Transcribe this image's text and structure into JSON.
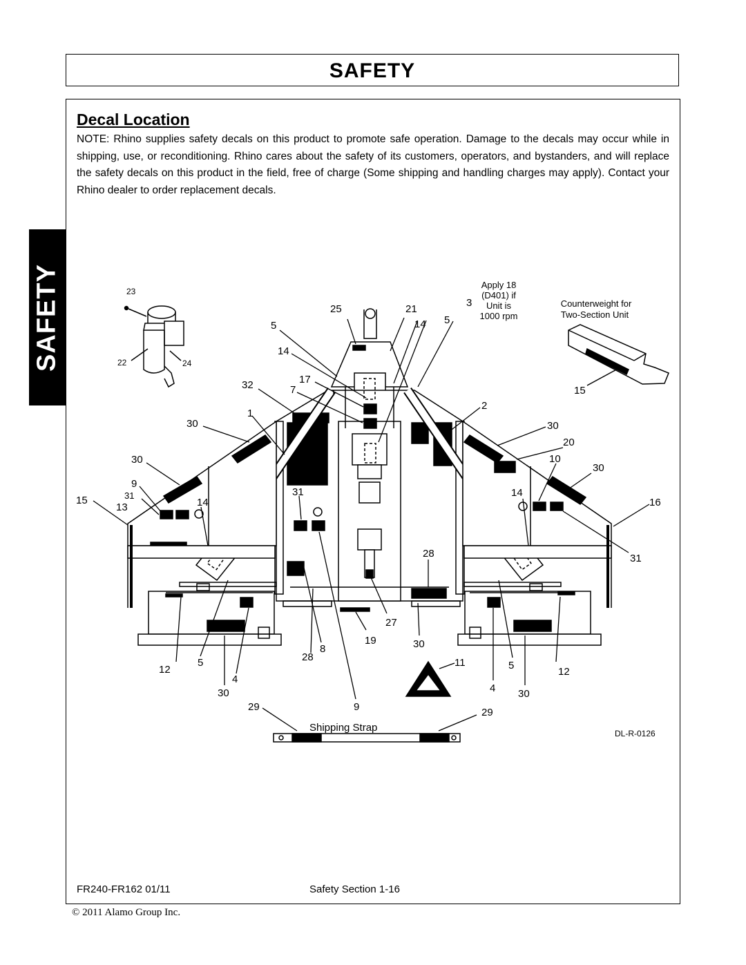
{
  "header": {
    "title": "SAFETY"
  },
  "side_tab": {
    "label": "SAFETY"
  },
  "section": {
    "title": "Decal Location",
    "note_label": "NOTE:",
    "note_text": " Rhino supplies safety decals on this product to promote safe operation. Damage to the decals may occur while in shipping, use, or reconditioning. Rhino cares about the safety of its customers, operators, and bystanders, and will replace the safety decals on this product in the field, free of charge (Some shipping and handling charges may apply). Contact your Rhino dealer to order replacement decals."
  },
  "diagram": {
    "apply_line1": "Apply 18",
    "apply_line2": "(D401) if",
    "apply_line3": "Unit is",
    "apply_line4": "1000 rpm",
    "counterweight_line1": "Counterweight for",
    "counterweight_line2": "Two-Section Unit",
    "shipping_strap": "Shipping Strap",
    "drawing_id": "DL-R-0126",
    "callouts": {
      "c23": "23",
      "c22": "22",
      "c24": "24",
      "c25": "25",
      "c21": "21",
      "c3": "3",
      "c5a": "5",
      "c14a": "14",
      "c5b": "5",
      "c14b": "14",
      "c17": "17",
      "c7": "7",
      "c32": "32",
      "c1": "1",
      "c2": "2",
      "c30a": "30",
      "c30b": "30",
      "c30c": "30",
      "c30d": "30",
      "c30e": "30",
      "c30f": "30",
      "c30g": "30",
      "c20": "20",
      "c10": "10",
      "c9a": "9",
      "c31a": "31",
      "c31b": "31",
      "c31c": "31",
      "c15a": "15",
      "c15b": "15",
      "c13": "13",
      "c14c": "14",
      "c14d": "14",
      "c16": "16",
      "c28a": "28",
      "c28b": "28",
      "c27": "27",
      "c19": "19",
      "c8": "8",
      "c9b": "9",
      "c12a": "12",
      "c12b": "12",
      "c5c": "5",
      "c5d": "5",
      "c4a": "4",
      "c4b": "4",
      "c11": "11",
      "c29a": "29",
      "c29b": "29"
    }
  },
  "footer": {
    "model": "FR240-FR162  01/11",
    "page": "Safety Section 1-16",
    "copyright": "© 2011 Alamo Group Inc."
  }
}
